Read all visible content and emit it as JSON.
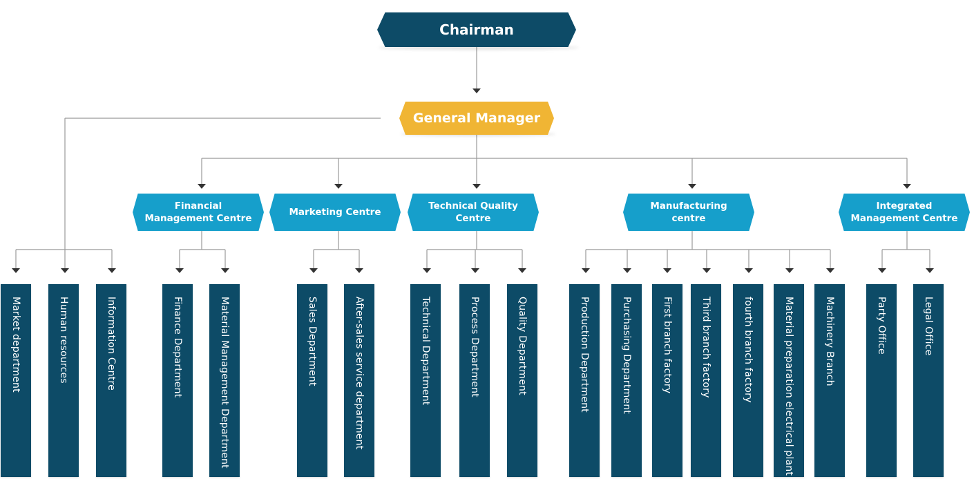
{
  "chairman": {
    "label": "Chairman"
  },
  "general_manager": {
    "label": "General Manager"
  },
  "centres": [
    {
      "id": "financial",
      "label": "Financial Management Centre"
    },
    {
      "id": "marketing",
      "label": "Marketing Centre"
    },
    {
      "id": "technical",
      "label": "Technical Quality Centre"
    },
    {
      "id": "manufacturing",
      "label": "Manufacturing centre"
    },
    {
      "id": "integrated",
      "label": "Integrated Management Centre"
    }
  ],
  "direct_departments": [
    {
      "label": "Market department"
    },
    {
      "label": "Human resources"
    },
    {
      "label": "Information Centre"
    }
  ],
  "departments": {
    "financial": [
      {
        "label": "Finance Department"
      },
      {
        "label": "Material Management Department"
      }
    ],
    "marketing": [
      {
        "label": "Sales Department"
      },
      {
        "label": "After-sales service department"
      }
    ],
    "technical": [
      {
        "label": "Technical Department"
      },
      {
        "label": "Process Department"
      },
      {
        "label": "Quality Department"
      }
    ],
    "manufacturing": [
      {
        "label": "Production Department"
      },
      {
        "label": "Purchasing Department"
      },
      {
        "label": "First branch factory"
      },
      {
        "label": "Third branch factory"
      },
      {
        "label": "fourth branch factory"
      },
      {
        "label": "Material preparation electrical plant"
      },
      {
        "label": "Machinery Branch"
      }
    ],
    "integrated": [
      {
        "label": "Party Office"
      },
      {
        "label": "Legal Office"
      }
    ]
  },
  "colors": {
    "dark_navy": "#0d4b67",
    "amber": "#f0b534",
    "cyan": "#169fcb",
    "connector": "#9a9a9a",
    "arrow": "#333333"
  }
}
